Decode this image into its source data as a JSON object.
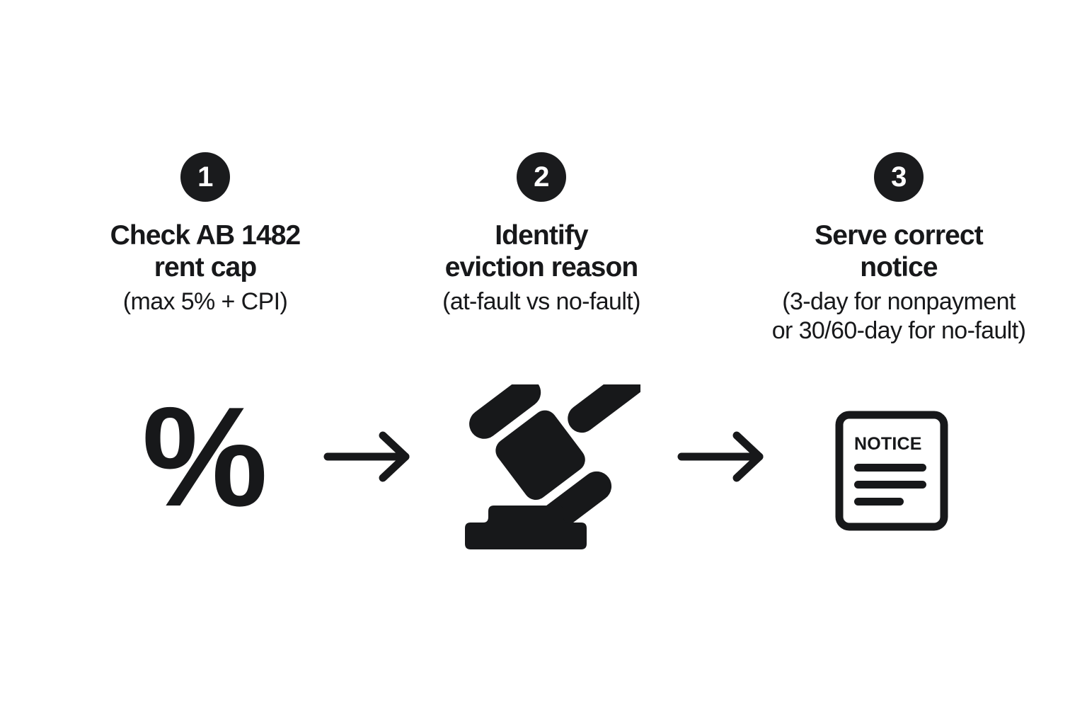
{
  "background_color": "#ffffff",
  "ink_color": "#17181a",
  "badge_color": "#1a1b1d",
  "badge_text_color": "#ffffff",
  "steps": [
    {
      "number": "1",
      "headline": "Check AB 1482\nrent cap",
      "subline": "(max 5% + CPI)",
      "icon": "percent-icon"
    },
    {
      "number": "2",
      "headline": "Identify\neviction reason",
      "subline": "(at-fault vs no-fault)",
      "icon": "gavel-icon"
    },
    {
      "number": "3",
      "headline": "Serve correct\nnotice",
      "subline": "(3-day for nonpayment\nor 30/60-day for no-fault)",
      "icon": "notice-document-icon"
    }
  ],
  "icons": {
    "percent_glyph": "%",
    "notice_label": "NOTICE",
    "arrow_1": "arrow-right-icon",
    "arrow_2": "arrow-right-icon"
  }
}
